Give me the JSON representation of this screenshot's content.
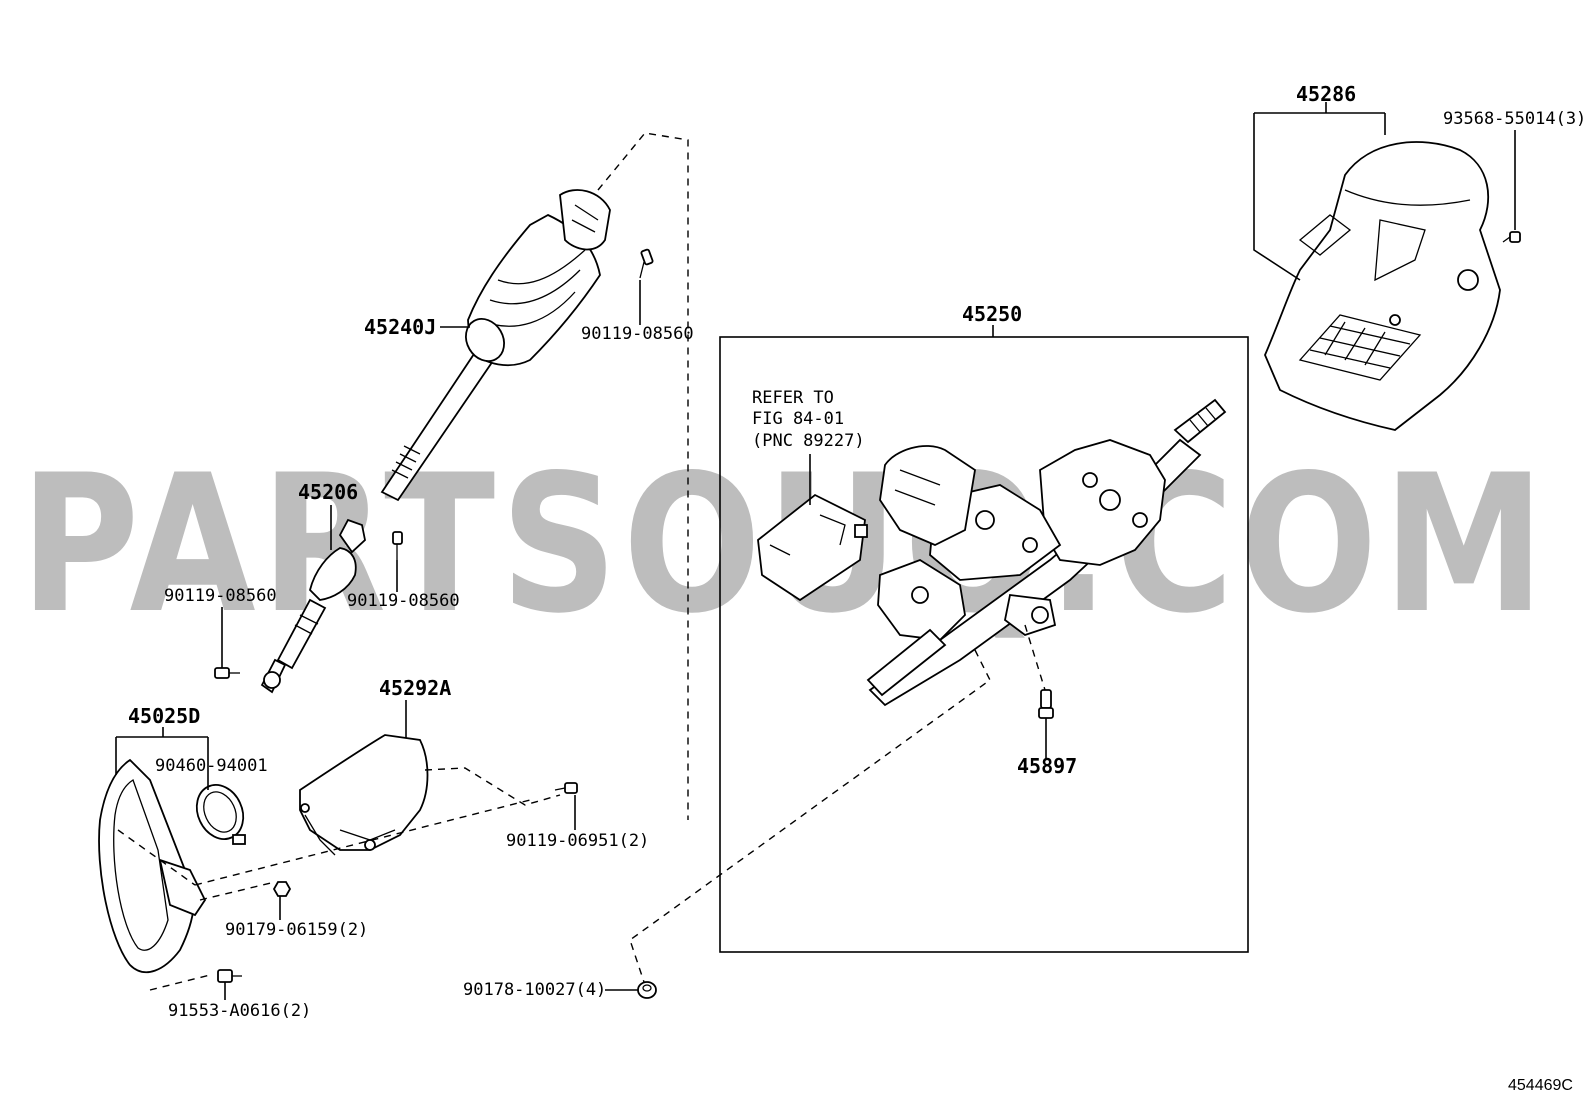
{
  "watermark": "PARTSOUQ.COM",
  "figure_code": "454469C",
  "refer_note": [
    "REFER TO",
    "FIG 84-01",
    "(PNC 89227)"
  ],
  "labels": {
    "p45286": "45286",
    "p93568": "93568-55014(3)",
    "p45240J": "45240J",
    "p90119_a": "90119-08560",
    "p45250": "45250",
    "p45206": "45206",
    "p90119_b": "90119-08560",
    "p90119_c": "90119-08560",
    "p45025D": "45025D",
    "p45292A": "45292A",
    "p90460": "90460-94001",
    "p90119_06951": "90119-06951(2)",
    "p90179": "90179-06159(2)",
    "p91553": "91553-A0616(2)",
    "p90178": "90178-10027(4)",
    "p45897": "45897"
  }
}
